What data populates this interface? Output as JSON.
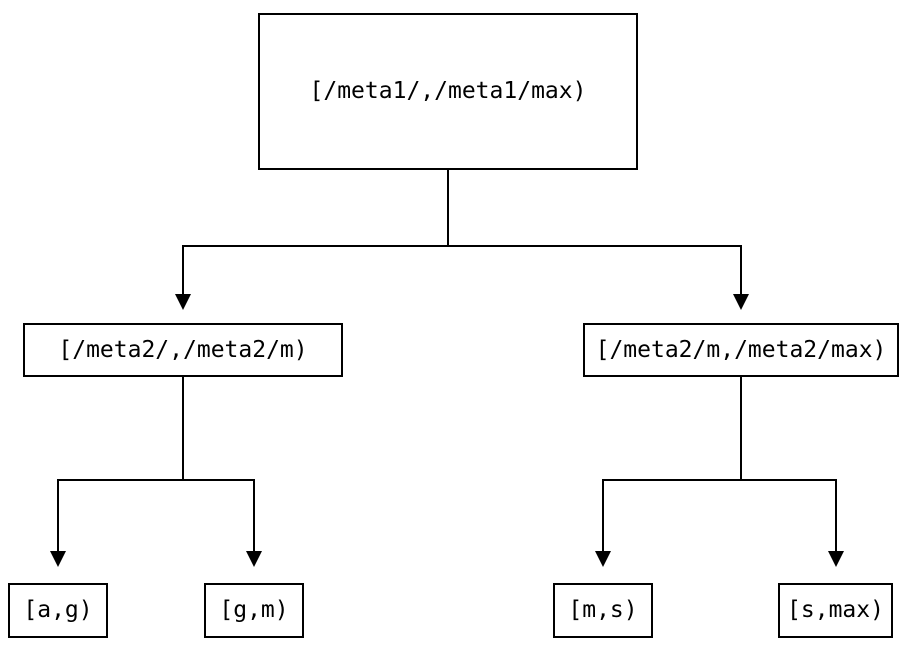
{
  "diagram": {
    "title": "range-partition-tree",
    "background_color": "#ffffff",
    "line_color": "#000000",
    "text_color": "#000000",
    "nodes": {
      "root": {
        "label": "[/meta1/,/meta1/max)"
      },
      "left_child": {
        "label": "[/meta2/,/meta2/m)"
      },
      "right_child": {
        "label": "[/meta2/m,/meta2/max)"
      },
      "leaf_ag": {
        "label": "[a,g)"
      },
      "leaf_gm": {
        "label": "[g,m)"
      },
      "leaf_ms": {
        "label": "[m,s)"
      },
      "leaf_smax": {
        "label": "[s,max)"
      }
    }
  }
}
